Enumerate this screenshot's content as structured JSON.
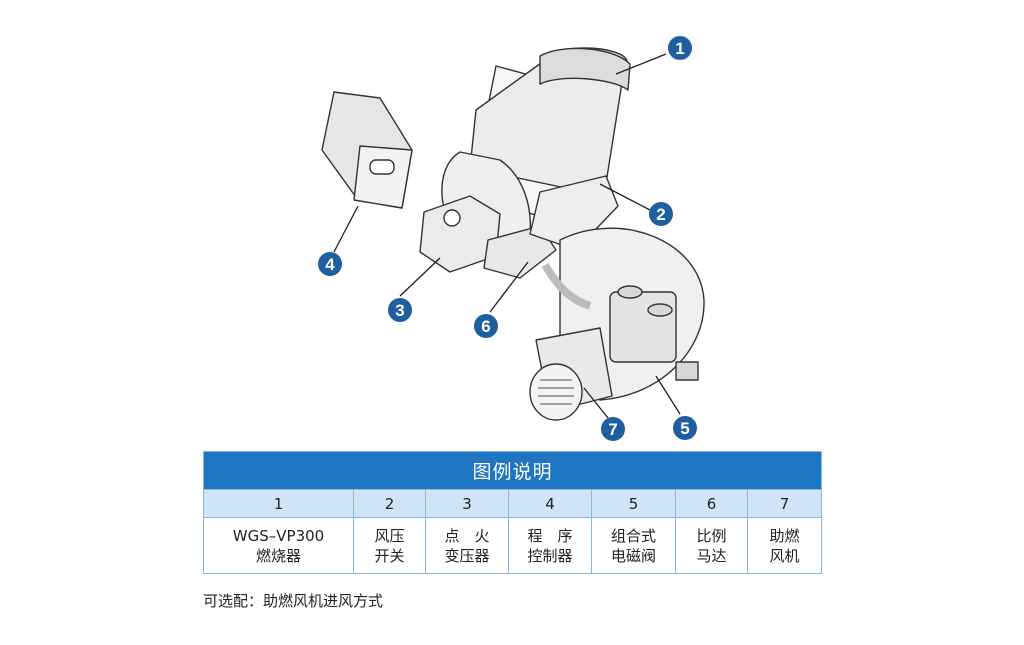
{
  "callouts": [
    "1",
    "2",
    "3",
    "4",
    "5",
    "6",
    "7"
  ],
  "legend": {
    "title": "图例说明",
    "columns": [
      {
        "num": "1",
        "lines": [
          "WGS–VP300",
          "燃烧器"
        ]
      },
      {
        "num": "2",
        "lines": [
          "风压",
          "开关"
        ]
      },
      {
        "num": "3",
        "lines": [
          "点　火",
          "变压器"
        ]
      },
      {
        "num": "4",
        "lines": [
          "程　序",
          "控制器"
        ]
      },
      {
        "num": "5",
        "lines": [
          "组合式",
          "电磁阀"
        ]
      },
      {
        "num": "6",
        "lines": [
          "比例",
          "马达"
        ]
      },
      {
        "num": "7",
        "lines": [
          "助燃",
          "风机"
        ]
      }
    ]
  },
  "note": "可选配：助燃风机进风方式",
  "colors": {
    "accent": "#1e76c2",
    "header_bg": "#cfe4f6",
    "callout": "#1f5f9f"
  }
}
